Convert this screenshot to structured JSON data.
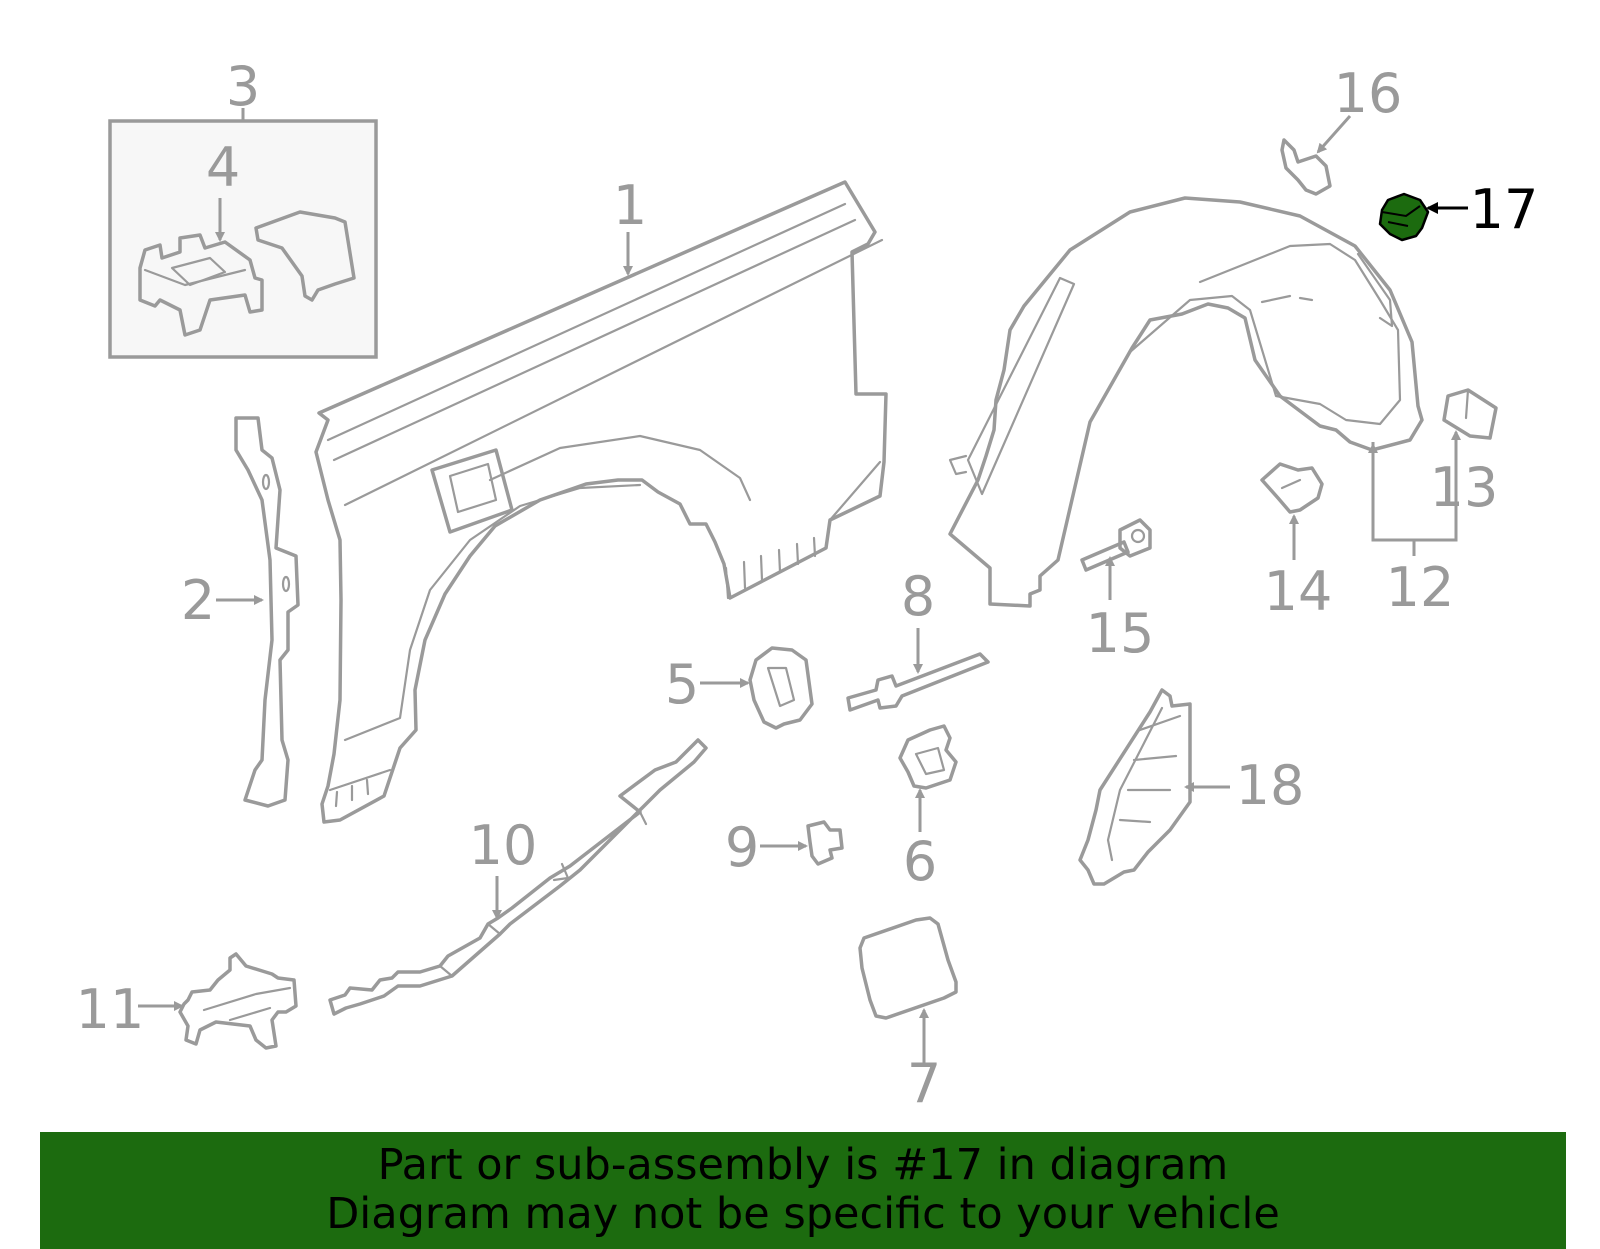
{
  "diagram": {
    "callouts": {
      "c1": "1",
      "c2": "2",
      "c3": "3",
      "c4": "4",
      "c5": "5",
      "c6": "6",
      "c7": "7",
      "c8": "8",
      "c9": "9",
      "c10": "10",
      "c11": "11",
      "c12": "12",
      "c13": "13",
      "c14": "14",
      "c15": "15",
      "c16": "16",
      "c17": "17",
      "c18": "18"
    },
    "highlighted_part": "17",
    "highlight_color": "#1c6b0f",
    "part_line_color": "#9a9a9a"
  },
  "banner": {
    "line1": "Part or sub-assembly is #17 in diagram",
    "line2": "Diagram may not be specific to your vehicle",
    "background_color": "#1c6b0f"
  }
}
